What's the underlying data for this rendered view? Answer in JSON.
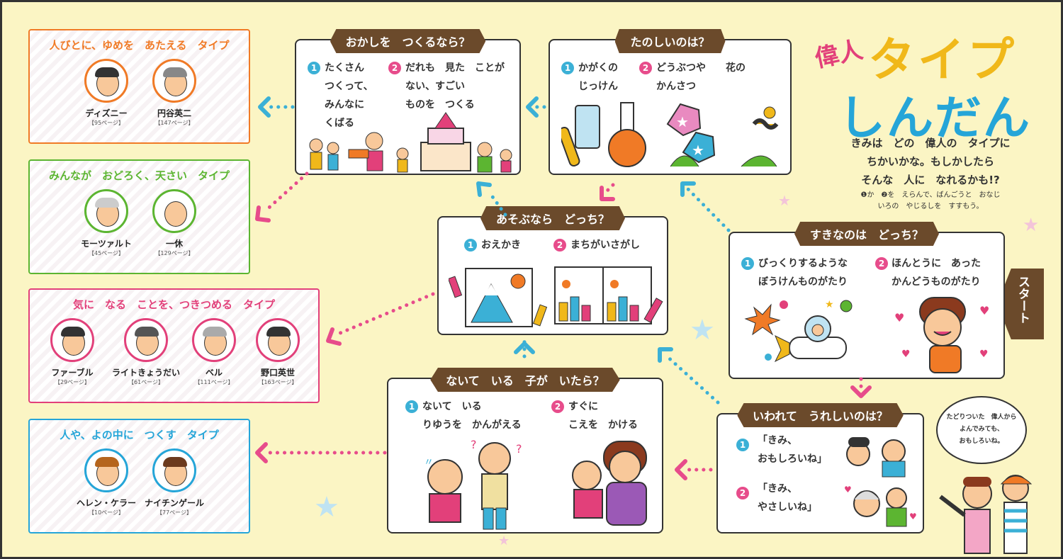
{
  "title": {
    "part1": "偉人",
    "part2": "タイプ",
    "part3": "しんだん"
  },
  "intro": {
    "line1": "きみは　どの　偉人の　タイプに",
    "line2": "ちかいかな。もしかしたら",
    "line3": "そんな　人に　なれるかも!?",
    "instr1": "❶か　❷を　えらんで、ばんごうと　おなじ",
    "instr2": "いろの　やじるしを　すすもう。"
  },
  "start_label": "スタート",
  "questions": {
    "q_start": {
      "title": "すきなのは　どっち？",
      "opt1": "びっくりするような\nぼうけんものがたり",
      "opt2": "ほんとうに　あった\nかんどうものがたり"
    },
    "q_fun": {
      "title": "たのしいのは？",
      "opt1": "かがくの\nじっけん",
      "opt2": "どうぶつや　　花の\nかんさつ"
    },
    "q_okashi": {
      "title": "おかしを　つくるなら？",
      "opt1": "たくさん\nつくって、\nみんなに\nくばる",
      "opt2": "だれも　見た　ことが\nない、すごい\nものを　つくる"
    },
    "q_asobu": {
      "title": "あそぶなら　どっち？",
      "opt1": "おえかき",
      "opt2": "まちがいさがし"
    },
    "q_naite": {
      "title": "ないて　いる　子が　いたら？",
      "opt1": "ないて　いる\nりゆうを　かんがえる",
      "opt2": "すぐに\nこえを　かける"
    },
    "q_iwarete": {
      "title": "いわれて　うれしいのは？",
      "opt1": "「きみ、\nおもしろいね」",
      "opt2": "「きみ、\nやさしいね」"
    }
  },
  "num_labels": {
    "one": "1",
    "two": "2"
  },
  "types": [
    {
      "title": "人びとに、ゆめを　あたえる　タイプ",
      "color": "#f07a26",
      "people": [
        {
          "name": "ディズニー",
          "page": "【95ページ】"
        },
        {
          "name": "円谷英二",
          "page": "【147ページ】"
        }
      ]
    },
    {
      "title": "みんなが　おどろく、天さい　タイプ",
      "color": "#5cb531",
      "people": [
        {
          "name": "モーツァルト",
          "page": "【45ページ】"
        },
        {
          "name": "一休",
          "page": "【129ページ】"
        }
      ]
    },
    {
      "title": "気に　なる　ことを、つきつめる　タイプ",
      "color": "#e2407a",
      "people": [
        {
          "name": "ファーブル",
          "page": "【29ページ】"
        },
        {
          "name": "ライトきょうだい",
          "page": "【61ページ】"
        },
        {
          "name": "ベル",
          "page": "【111ページ】"
        },
        {
          "name": "野口英世",
          "page": "【163ページ】"
        }
      ]
    },
    {
      "title": "人や、よの中に　つくす　タイプ",
      "color": "#25a5d8",
      "people": [
        {
          "name": "ヘレン・ケラー",
          "page": "【10ページ】"
        },
        {
          "name": "ナイチンゲール",
          "page": "【77ページ】"
        }
      ]
    }
  ],
  "speech": {
    "line1": "たどりついた　偉人から",
    "line2": "よんでみても、",
    "line3": "おもしろいね。"
  },
  "colors": {
    "brown": "#6b4a2b",
    "blue": "#3bb0d6",
    "pink": "#e74c8b",
    "orange": "#f07a26",
    "green": "#5cb531",
    "magenta": "#e2407a",
    "cyan": "#25a5d8",
    "background": "#fbf5c4"
  },
  "icons": [
    "arrow-left-icon",
    "arrow-up-icon",
    "arrow-down-icon",
    "star-icon"
  ]
}
